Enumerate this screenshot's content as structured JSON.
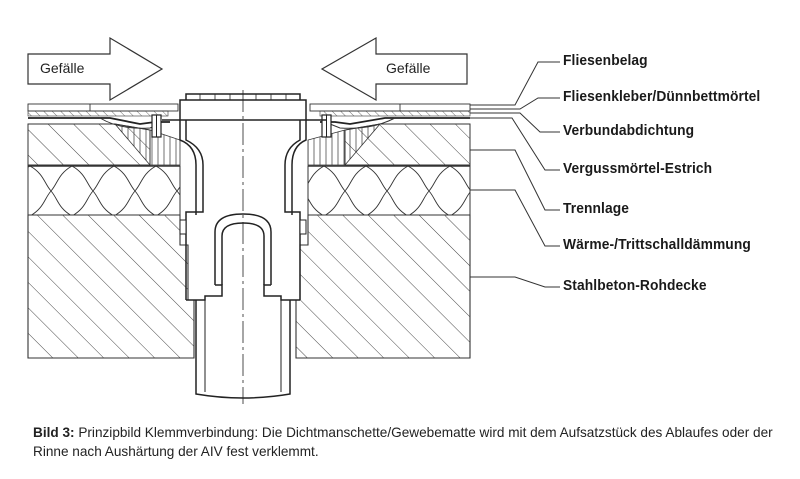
{
  "arrows": {
    "left_label": "Gefälle",
    "right_label": "Gefälle"
  },
  "labels": [
    "Fliesenbelag",
    "Fliesenkleber/Dünnbettmörtel",
    "Verbundabdichtung",
    "Vergussmörtel-Estrich",
    "Trennlage",
    "Wärme-/Trittschalldämmung",
    "Stahlbeton-Rohdecke"
  ],
  "caption": {
    "prefix": "Bild 3:",
    "text": " Prinzipbild Klemmverbindung: Die Dichtmanschette/Gewebematte wird mit dem Aufsatzstück des Ablaufes oder der Rinne nach Aushärtung der AIV fest verklemmt."
  }
}
